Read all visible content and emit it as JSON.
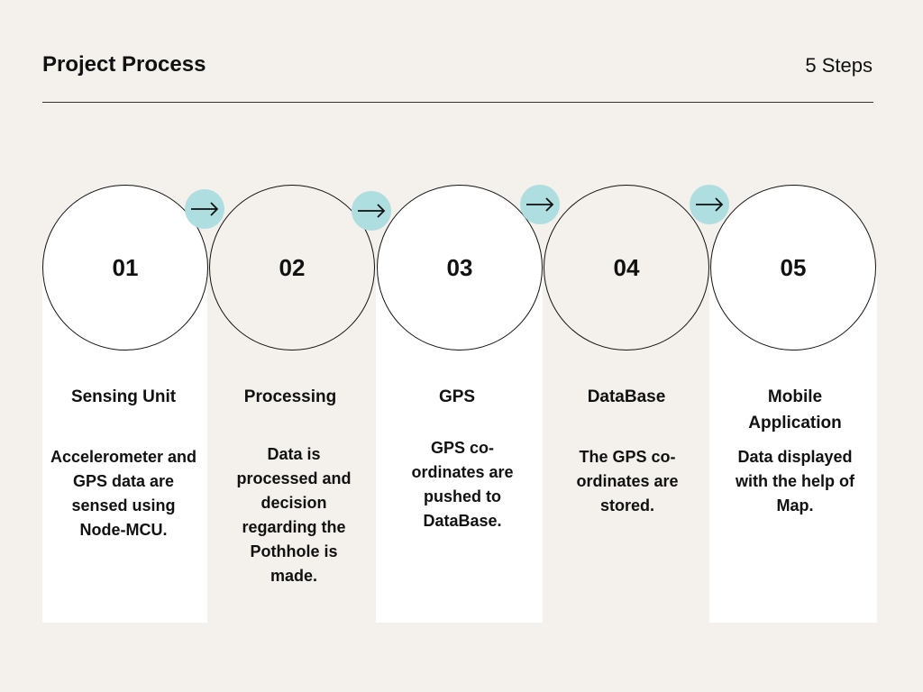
{
  "header": {
    "title": "Project Process",
    "step_count": "5 Steps"
  },
  "colors": {
    "background": "#f4f0eb",
    "panel": "#ffffff",
    "arrow_badge": "#aedee0"
  },
  "steps": [
    {
      "number": "01",
      "title": "Sensing Unit",
      "description": "Accelerometer and GPS data are sensed using Node-MCU."
    },
    {
      "number": "02",
      "title": "Processing",
      "description": "Data is processed and decision regarding the Pothhole is made."
    },
    {
      "number": "03",
      "title": "GPS",
      "description": "GPS co-ordinates are pushed to DataBase."
    },
    {
      "number": "04",
      "title": "DataBase",
      "description": "The GPS co-ordinates are stored."
    },
    {
      "number": "05",
      "title": "Mobile Application",
      "description": "Data displayed with the help of Map."
    }
  ],
  "connector_icon": "arrow-right-icon"
}
